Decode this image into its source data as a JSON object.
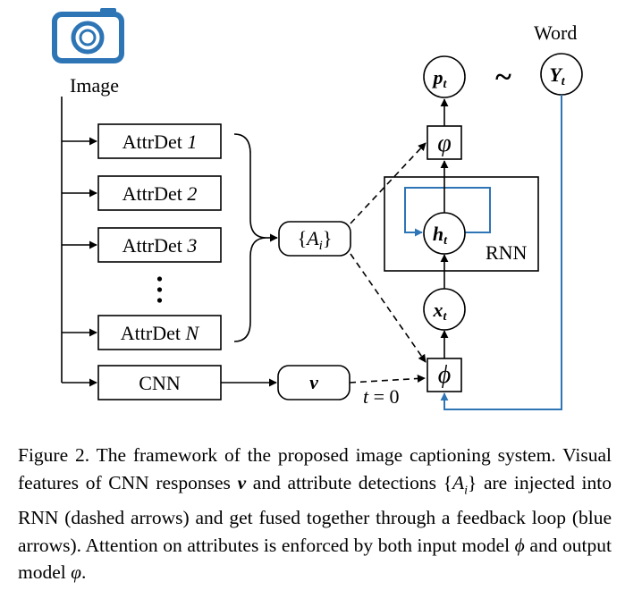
{
  "diagram": {
    "image_label": "Image",
    "word_label": "Word",
    "attr_detectors": [
      {
        "prefix": "AttrDet ",
        "index": "1"
      },
      {
        "prefix": "AttrDet ",
        "index": "2"
      },
      {
        "prefix": "AttrDet ",
        "index": "3"
      },
      {
        "prefix": "AttrDet ",
        "index": "N"
      }
    ],
    "cnn_label": "CNN",
    "attributes_label": {
      "open": "{",
      "var": "A",
      "sub": "i",
      "close": "}"
    },
    "v_label": "v",
    "t0_label": {
      "var": "t",
      "rest": " = 0"
    },
    "phi_label": "ϕ",
    "varphi_label": "φ",
    "x_label": {
      "var": "x",
      "sub": "t"
    },
    "h_label": {
      "var": "h",
      "sub": "t"
    },
    "p_label": {
      "var": "p",
      "sub": "t"
    },
    "y_label": {
      "var": "Y",
      "sub": "t"
    },
    "tilde": "~",
    "rnn_label": "RNN",
    "feedback_color": "#2e75b6"
  },
  "caption": {
    "p1": "Figure 2. The framework of the proposed image captioning system.  Visual features of CNN responses ",
    "v": "v",
    "p2": " and attribute detections {",
    "A": "A",
    "i": "i",
    "p3": "} are injected into RNN (dashed arrows) and get fused together through a feedback loop (blue arrows).  Attention on attributes is enforced by both input model ",
    "phi": "ϕ",
    "p4": " and output model ",
    "varphi": "φ",
    "p5": "."
  }
}
